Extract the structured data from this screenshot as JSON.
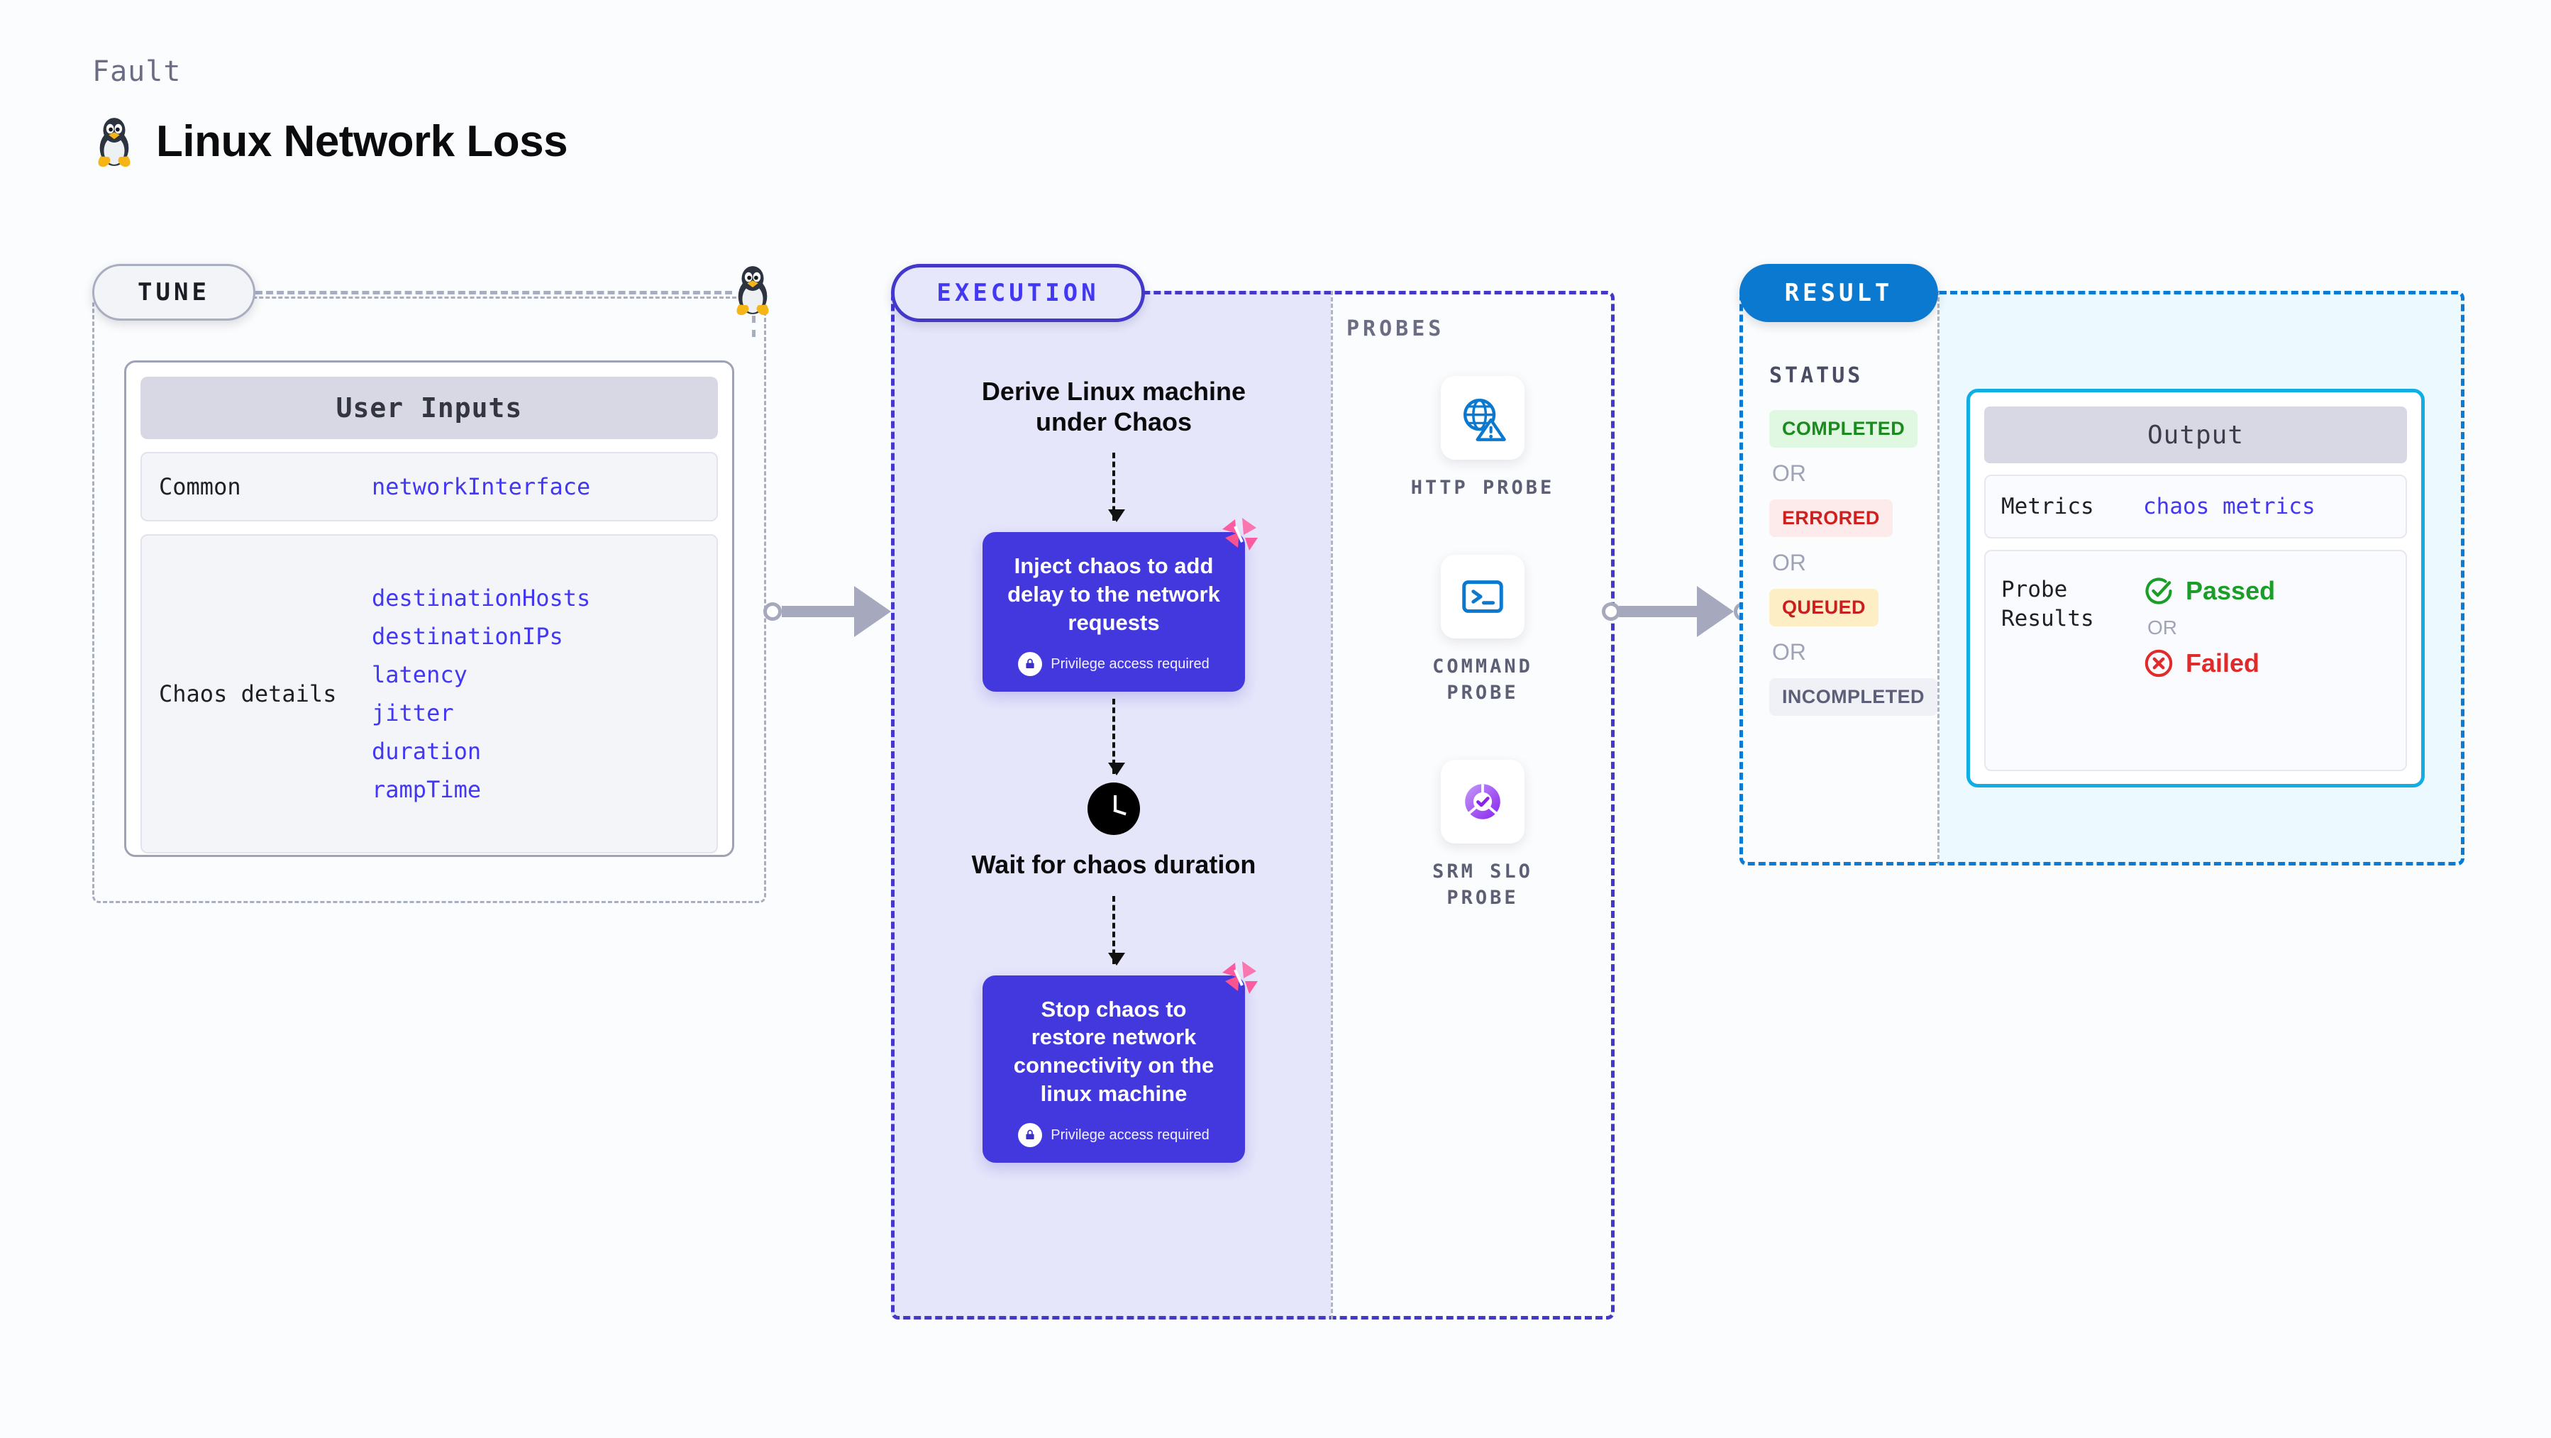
{
  "header": {
    "kicker": "Fault",
    "title": "Linux Network Loss",
    "icon": "linux-penguin-icon"
  },
  "tune": {
    "pill_label": "TUNE",
    "card_title": "User Inputs",
    "rows": [
      {
        "key": "Common",
        "values": [
          "networkInterface"
        ]
      },
      {
        "key": "Chaos details",
        "values": [
          "destinationHosts",
          "destinationIPs",
          "latency",
          "jitter",
          "duration",
          "rampTime"
        ]
      }
    ]
  },
  "execution": {
    "pill_label": "EXECUTION",
    "steps": [
      {
        "type": "text",
        "label": "Derive Linux machine under Chaos"
      },
      {
        "type": "card",
        "label": "Inject chaos to add delay to the network requests",
        "note": "Privilege access required"
      },
      {
        "type": "clock",
        "label": "Wait for chaos duration"
      },
      {
        "type": "card",
        "label": "Stop chaos to restore network connectivity on the linux machine",
        "note": "Privilege access required"
      }
    ]
  },
  "probes": {
    "label": "PROBES",
    "items": [
      {
        "name": "HTTP PROBE",
        "icon": "globe-warning-icon"
      },
      {
        "name": "COMMAND PROBE",
        "icon": "terminal-icon"
      },
      {
        "name": "SRM SLO PROBE",
        "icon": "slo-check-icon"
      }
    ]
  },
  "result": {
    "pill_label": "RESULT",
    "status_label": "STATUS",
    "or_label": "OR",
    "statuses": [
      {
        "text": "COMPLETED",
        "color": "#1b8a1f",
        "bg": "#e0f8e2"
      },
      {
        "text": "ERRORED",
        "color": "#cf2020",
        "bg": "#fdeaea"
      },
      {
        "text": "QUEUED",
        "color": "#c81f1f",
        "bg": "#fdeec6"
      },
      {
        "text": "INCOMPLETED",
        "color": "#5c5f77",
        "bg": "#f0f1f6"
      }
    ],
    "output": {
      "title": "Output",
      "metrics_key": "Metrics",
      "metrics_value": "chaos metrics",
      "probe_key": "Probe Results",
      "passed": "Passed",
      "failed": "Failed",
      "or_label": "OR"
    }
  },
  "colors": {
    "accent_purple": "#4338f2",
    "card_purple": "#4338dd",
    "exec_fill": "#e6e6fb",
    "result_blue": "#0b79d0",
    "output_border": "#11aee5",
    "output_fill": "#ecfaff",
    "harness_pink": "#fb5ba0",
    "passed_green": "#1b9e27",
    "failed_red": "#e12a2a",
    "dashed_gray": "#a8adc0"
  }
}
